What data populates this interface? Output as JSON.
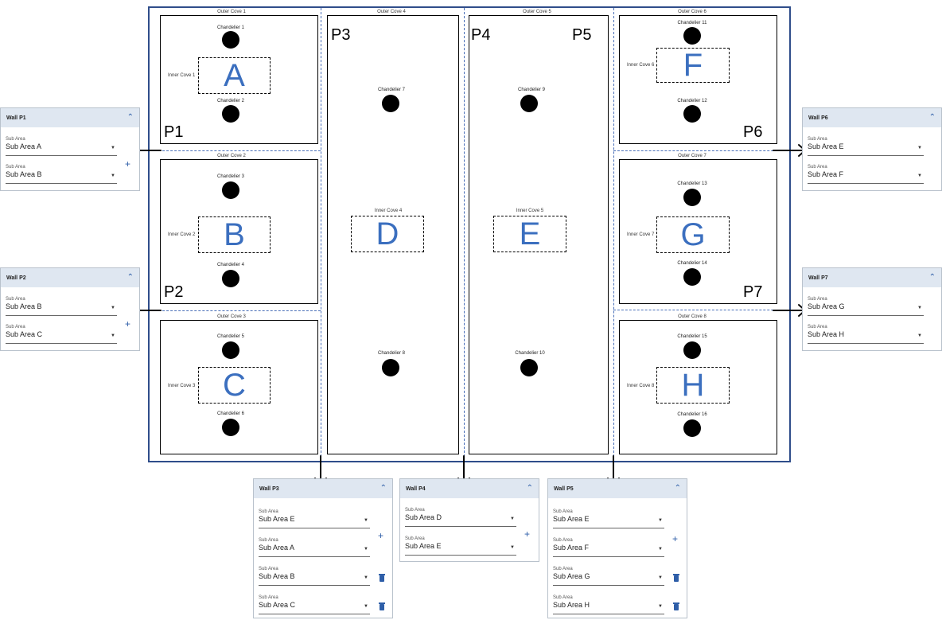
{
  "plan": {
    "outer_coves": [
      "Outer Cove 1",
      "Outer Cove 2",
      "Outer Cove 3",
      "Outer Cove 4",
      "Outer Cove 5",
      "Outer Cove 6",
      "Outer Cove 7",
      "Outer Cove 8"
    ],
    "inner_coves": [
      "Inner Cove 1",
      "Inner Cove 2",
      "Inner Cove 3",
      "Inner Cove 4",
      "Inner Cove 5",
      "Inner Cove 6",
      "Inner Cove 7",
      "Inner Cove 8"
    ],
    "chandeliers": [
      "Chandelier 1",
      "Chandelier 2",
      "Chandelier 3",
      "Chandelier 4",
      "Chandelier 5",
      "Chandelier 6",
      "Chandelier 7",
      "Chandelier 8",
      "Chandelier 9",
      "Chandelier 10",
      "Chandelier 11",
      "Chandelier 12",
      "Chandelier 13",
      "Chandelier 14",
      "Chandelier 15",
      "Chandelier 16"
    ],
    "areas": [
      "A",
      "B",
      "C",
      "D",
      "E",
      "F",
      "G",
      "H"
    ],
    "partitions": [
      "P1",
      "P2",
      "P3",
      "P4",
      "P5",
      "P6",
      "P7"
    ],
    "colors": {
      "border": "#2f4d8a",
      "dash": "#4a6fb8",
      "area_letter": "#3b6fbf"
    }
  },
  "panels": {
    "p1": {
      "title": "Wall P1",
      "fields": [
        {
          "label": "Sub Area",
          "value": "Sub Area A"
        },
        {
          "label": "Sub Area",
          "value": "Sub Area B"
        }
      ]
    },
    "p2": {
      "title": "Wall P2",
      "fields": [
        {
          "label": "Sub Area",
          "value": "Sub Area B"
        },
        {
          "label": "Sub Area",
          "value": "Sub Area C"
        }
      ]
    },
    "p6": {
      "title": "Wall P6",
      "fields": [
        {
          "label": "Sub Area",
          "value": "Sub Area E"
        },
        {
          "label": "Sub Area",
          "value": "Sub Area F"
        }
      ]
    },
    "p7": {
      "title": "Wall P7",
      "fields": [
        {
          "label": "Sub Area",
          "value": "Sub Area G"
        },
        {
          "label": "Sub Area",
          "value": "Sub Area H"
        }
      ]
    },
    "p3": {
      "title": "Wall P3",
      "fields": [
        {
          "label": "Sub Area",
          "value": "Sub Area E"
        },
        {
          "label": "Sub Area",
          "value": "Sub Area A"
        },
        {
          "label": "Sub Area",
          "value": "Sub Area B"
        },
        {
          "label": "Sub Area",
          "value": "Sub Area C"
        }
      ]
    },
    "p4": {
      "title": "Wall P4",
      "fields": [
        {
          "label": "Sub Area",
          "value": "Sub Area D"
        },
        {
          "label": "Sub Area",
          "value": "Sub Area E"
        }
      ]
    },
    "p5": {
      "title": "Wall P5",
      "fields": [
        {
          "label": "Sub Area",
          "value": "Sub Area E"
        },
        {
          "label": "Sub Area",
          "value": "Sub Area F"
        },
        {
          "label": "Sub Area",
          "value": "Sub Area G"
        },
        {
          "label": "Sub Area",
          "value": "Sub Area H"
        }
      ]
    },
    "icons": {
      "collapse": "chevron-up-icon",
      "dropdown": "caret-down-icon",
      "add": "plus-icon",
      "delete": "trash-icon"
    }
  }
}
